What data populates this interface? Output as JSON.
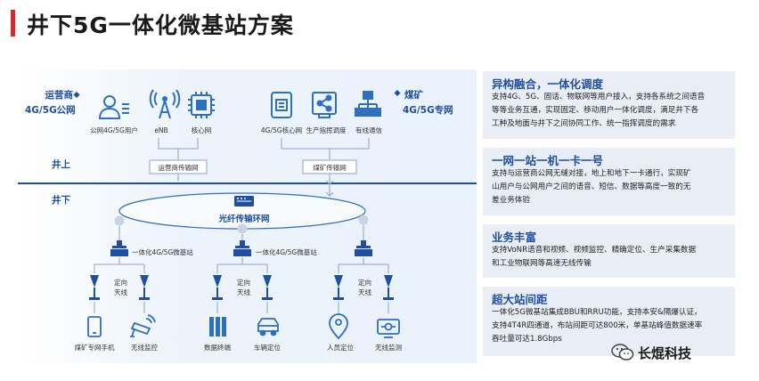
{
  "title": "井下5G一体化微基站方案",
  "diagram": {
    "operator_label": "运营商",
    "operator_sub": "4G/5G公网",
    "mine_label": "煤矿",
    "mine_sub": "4G/5G专网",
    "above_ground": "井上",
    "below_ground": "井下",
    "node_labels": {
      "public_user": "公网4G/5G用户",
      "enb": "eNB",
      "core_net": "核心网",
      "private_core": "4G/5G核心网",
      "dispatch": "生产指挥调度",
      "wired_comm": "有线通信"
    },
    "op_transport": "运营商传输网",
    "mine_transport": "煤矿传输网",
    "ring": "光纤传输环网",
    "bs_label": "一体化4G/5G微基站",
    "antenna_label": "定向天线",
    "end_labels": {
      "mine_phone": "煤矿专网手机",
      "wireless_monitor": "无线监控",
      "data_terminal": "数据终端",
      "vehicle_loc": "车辆定位",
      "person_loc": "人员定位",
      "wireless_detect": "无线监测"
    }
  },
  "panels": [
    {
      "title": "异构融合，一体化调度",
      "lines": [
        "支持4G、5G、固话、物联网等用户接入，支持各系统之间语音",
        "等等业务互通，实现固定、移动用户一体化调度，满足井下各",
        "工种及地面与井下之间协同工作、统一指挥调度的需求"
      ]
    },
    {
      "title": "一网一站一机一卡一号",
      "lines": [
        "支持与运营商公网无缝对接，地上和地下一卡通行，实现矿",
        "山用户与公网用户之间的语音、短信、数据等高度一致的无",
        "差业务体验"
      ]
    },
    {
      "title": "业务丰富",
      "lines": [
        "支持VoNR语音和视频、视频监控、精确定位、生产采集数据",
        "和工业物联网等高速无线传输"
      ]
    },
    {
      "title": "超大站间距",
      "lines": [
        "一体化5G微基站集成BBU和RRU功能，支持本安&隔爆认证，",
        "支持4T4R四通道，布站间距可达800米，单基站峰值数据速率",
        "吞吐量可达1.8Gbps"
      ]
    }
  ],
  "brand": "长焜科技",
  "colors": {
    "accent_red": "#d42a2a",
    "brand_blue": "#1f4f9e",
    "icon_blue": "#2f6fc0",
    "panel_bg": "#e9eef6"
  }
}
